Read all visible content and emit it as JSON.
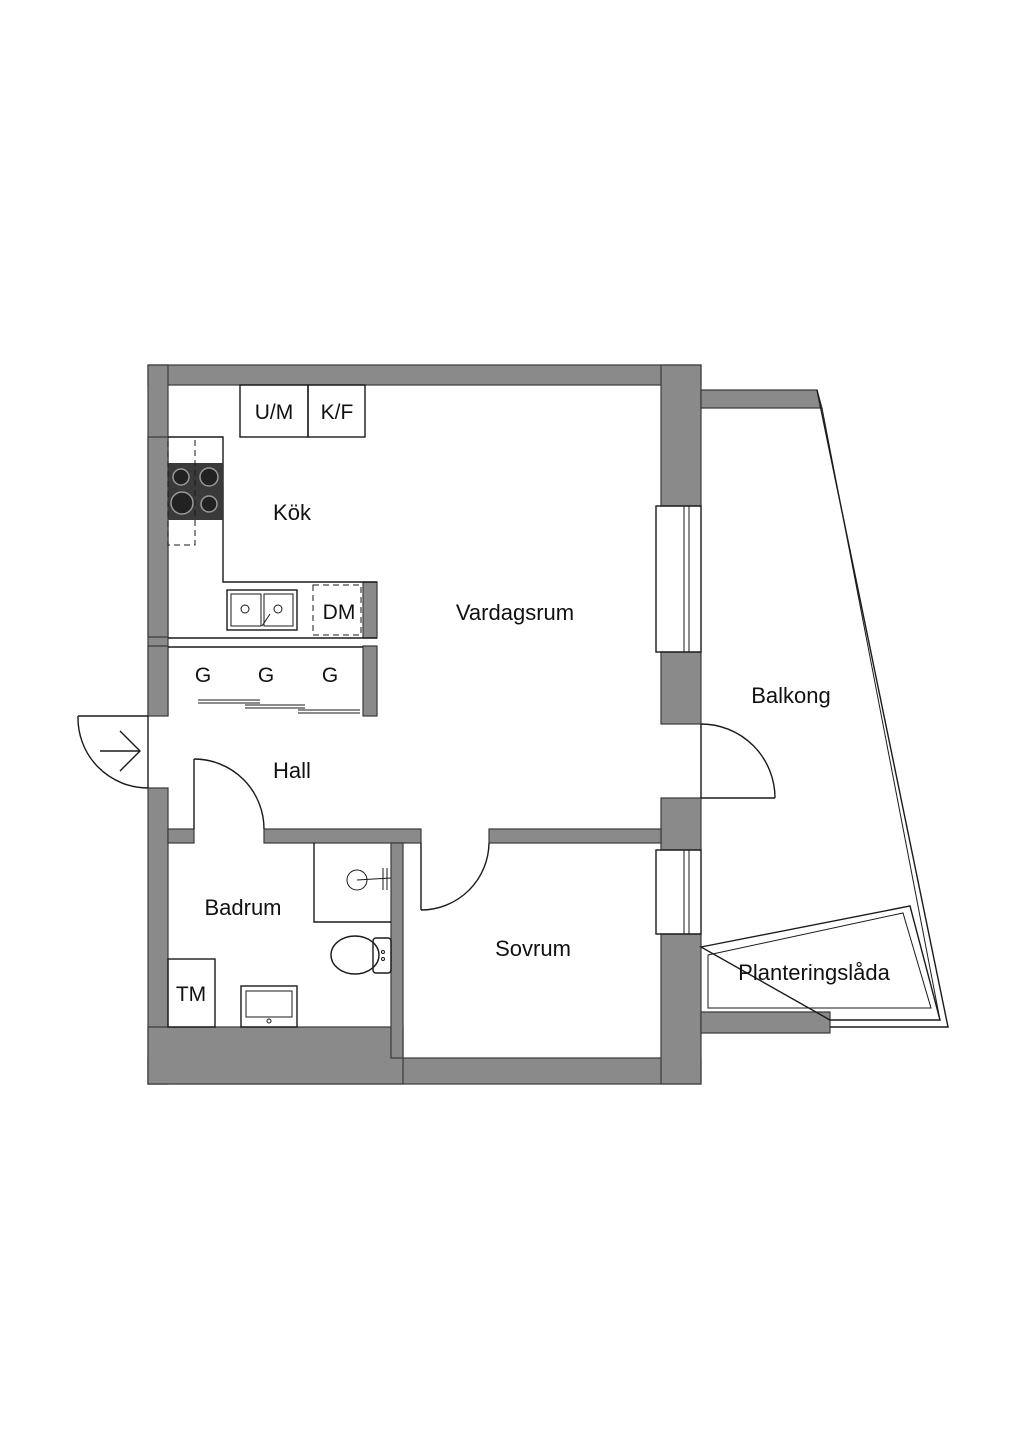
{
  "rooms": {
    "kok": "Kök",
    "vardagsrum": "Vardagsrum",
    "balkong": "Balkong",
    "hall": "Hall",
    "badrum": "Badrum",
    "sovrum": "Sovrum",
    "planteringslada": "Planteringslåda"
  },
  "fixtures": {
    "um": "U/M",
    "kf": "K/F",
    "dm": "DM",
    "wardrobe_1": "G",
    "wardrobe_2": "G",
    "wardrobe_3": "G",
    "tm": "TM"
  },
  "icons": {
    "stove": "stove-icon",
    "sink": "sink-icon",
    "toilet": "toilet-icon",
    "shower": "shower-icon",
    "washbasin": "washbasin-icon",
    "entrance_arrow": "arrow-right-icon"
  },
  "colors": {
    "wall": "#8a8a8a",
    "line": "#1a1a1a",
    "background": "#ffffff"
  }
}
